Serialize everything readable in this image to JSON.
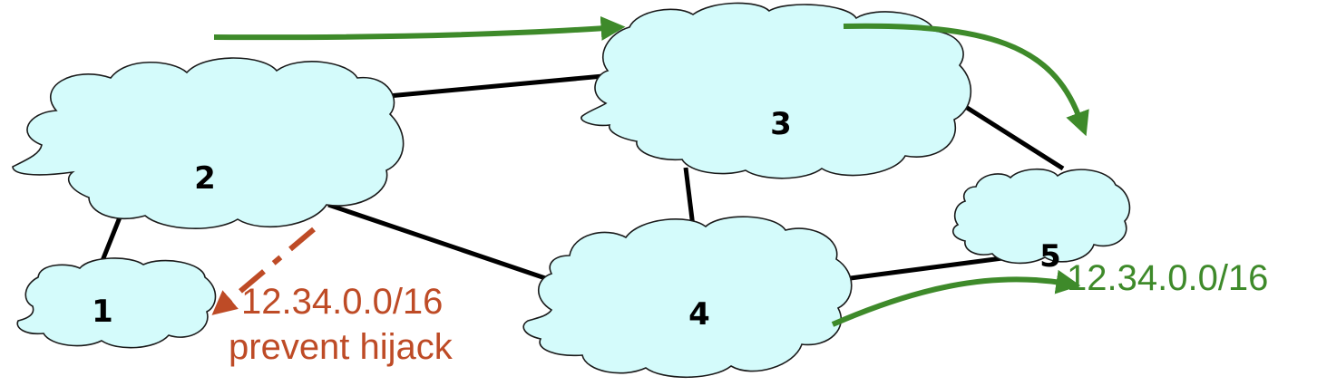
{
  "nodes": [
    {
      "id": "1",
      "label": "1"
    },
    {
      "id": "2",
      "label": "2"
    },
    {
      "id": "3",
      "label": "3"
    },
    {
      "id": "4",
      "label": "4"
    },
    {
      "id": "5",
      "label": "5"
    }
  ],
  "links": [
    [
      "1",
      "2"
    ],
    [
      "2",
      "3"
    ],
    [
      "2",
      "4"
    ],
    [
      "3",
      "4"
    ],
    [
      "3",
      "5"
    ],
    [
      "4",
      "5"
    ]
  ],
  "annotations": {
    "hijack_prefix": "12.34.0.0/16",
    "hijack_note": "prevent hijack",
    "origin_prefix": "12.34.0.0/16"
  },
  "colors": {
    "cloud_fill": "#d4fbfb",
    "link": "#000000",
    "hijack": "#be4b26",
    "announcement": "#3e8a2a"
  }
}
